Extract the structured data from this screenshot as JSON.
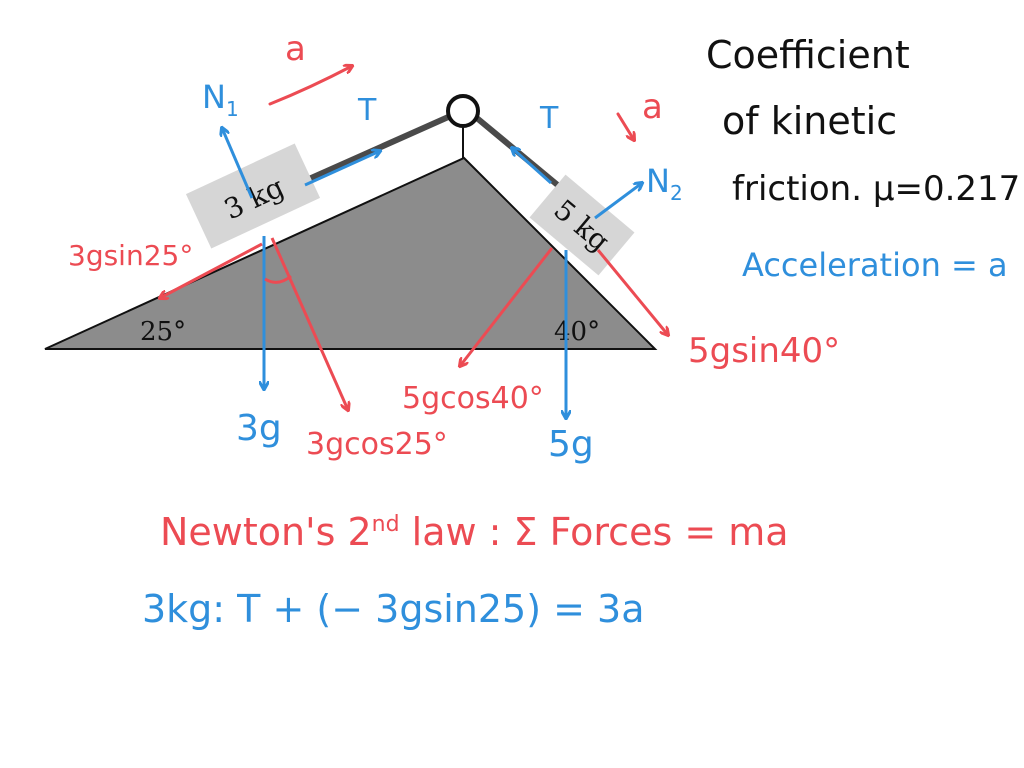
{
  "colors": {
    "red": "#ec4b53",
    "blue": "#2f8fdc",
    "black": "#111111",
    "incline_fill": "#8c8c8c",
    "block_fill": "#d6d6d6",
    "rope": "#4a4a4a"
  },
  "diagram": {
    "left_angle": "25°",
    "right_angle": "40°",
    "block_left_label": "3 kg",
    "block_right_label": "5 kg",
    "accel_left": "a",
    "accel_right": "a",
    "tension_left": "T",
    "tension_right": "T",
    "normal_left": "N",
    "normal_left_sub": "1",
    "normal_right": "N",
    "normal_right_sub": "2",
    "gravity_left": "3g",
    "gravity_right": "5g",
    "comp_left_parallel": "3gsin25°",
    "comp_left_perp": "3gcos25°",
    "comp_right_perp": "5gcos40°",
    "comp_right_parallel": "5gsin40°"
  },
  "notes": {
    "friction_line1": "Coefficient",
    "friction_line2": "of kinetic",
    "friction_line3": "friction. μ=0.217",
    "acceleration": "Acceleration = a",
    "newton_label": "Newton's",
    "newton_rest": "law : Σ Forces = ma",
    "newton_num": "2",
    "newton_sup": "nd",
    "equation": "3kg:  T + (− 3gsin25) = 3a"
  }
}
